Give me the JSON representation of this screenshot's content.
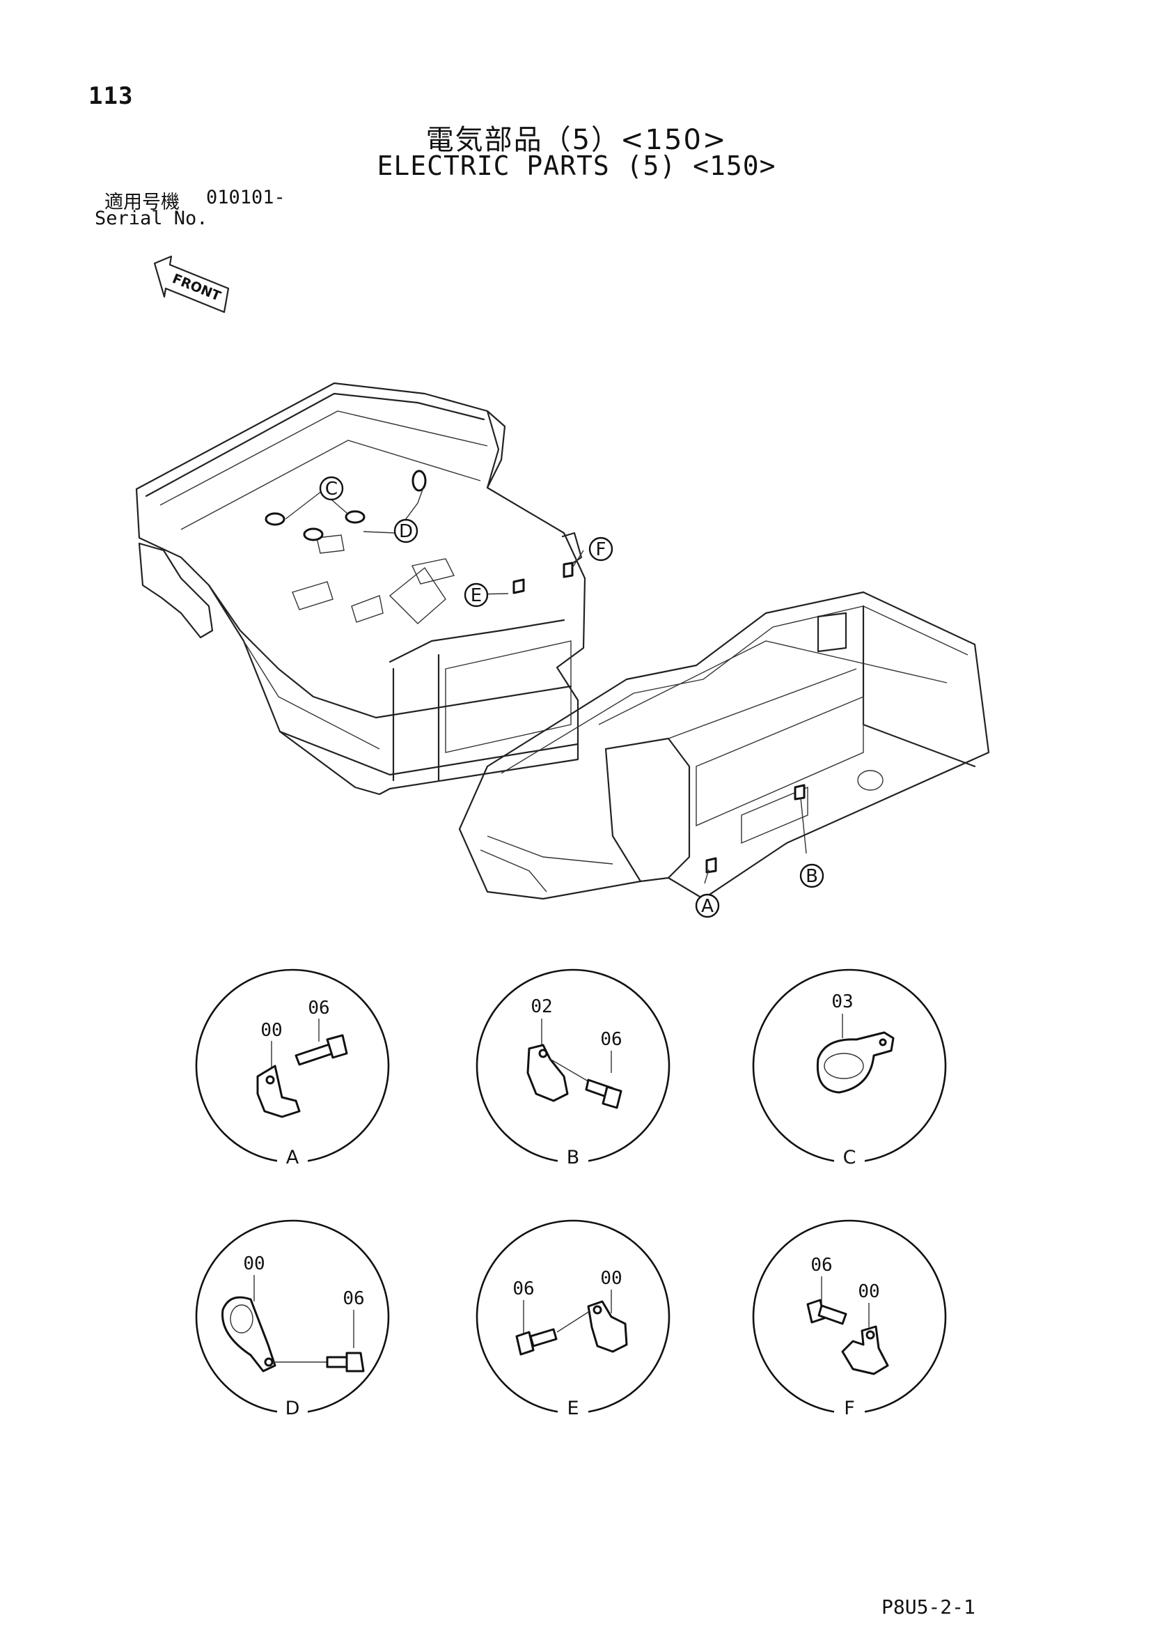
{
  "header": {
    "page_number": "113",
    "title_jp": "電気部品（5）<150>",
    "title_en": "ELECTRIC PARTS (5) <150>",
    "serial_label_jp": "適用号機",
    "serial_value": "010101-",
    "serial_label_en": "Serial No."
  },
  "front_marker": {
    "label": "FRONT"
  },
  "callouts": [
    "A",
    "B",
    "C",
    "D",
    "E",
    "F"
  ],
  "details": [
    {
      "label": "A",
      "part_numbers": [
        "00",
        "06"
      ]
    },
    {
      "label": "B",
      "part_numbers": [
        "02",
        "06"
      ]
    },
    {
      "label": "C",
      "part_numbers": [
        "03"
      ]
    },
    {
      "label": "D",
      "part_numbers": [
        "00",
        "06"
      ]
    },
    {
      "label": "E",
      "part_numbers": [
        "06",
        "00"
      ]
    },
    {
      "label": "F",
      "part_numbers": [
        "06",
        "00"
      ]
    }
  ],
  "footer": {
    "page_code": "P8U5-2-1"
  },
  "colors": {
    "ink": "#111111",
    "paper": "#ffffff"
  }
}
